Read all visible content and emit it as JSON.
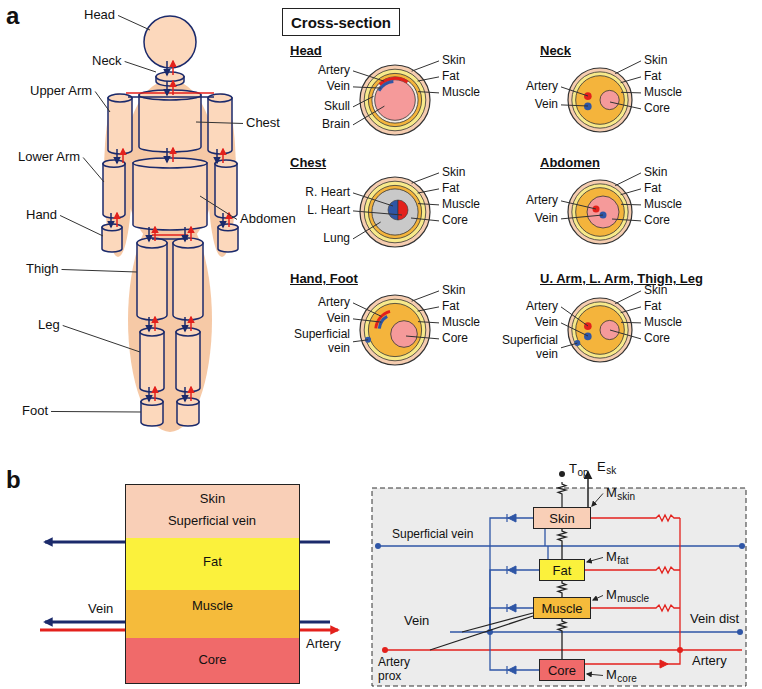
{
  "diagram": {
    "nodes": [
      {
        "text": [
          "Cross-section"
        ]
      },
      {
        "text": [
          "Skin"
        ]
      },
      {
        "text": [
          "Fat"
        ]
      },
      {
        "text": [
          "Muscle"
        ]
      },
      {
        "text": [
          "Core"
        ]
      },
      {
        "text": [
          "Skin"
        ]
      },
      {
        "text": [
          "Fat"
        ]
      },
      {
        "text": [
          "Muscle"
        ]
      },
      {
        "text": [
          "Core"
        ]
      }
    ],
    "edges": [
      {
        "from": 5,
        "to": 6,
        "arrow": "none"
      },
      {
        "from": 6,
        "to": 7,
        "arrow": "none"
      },
      {
        "from": 7,
        "to": 8,
        "arrow": "none"
      }
    ],
    "labels": [
      "a",
      "Head",
      "Neck",
      "Upper Arm",
      "Lower Arm",
      "Hand",
      "Thigh",
      "Leg",
      "Foot",
      "Chest",
      "Abdomen",
      "Head",
      "Neck",
      "Chest",
      "Abdomen",
      "Hand, Foot",
      "U. Arm, L. Arm, Thigh, Leg",
      "Skin",
      "Fat",
      "Muscle",
      "Artery",
      "Vein",
      "Skull",
      "Brain",
      "Skin",
      "Fat",
      "Muscle",
      "Core",
      "Artery",
      "Vein",
      "Skin",
      "Fat",
      "Muscle",
      "Core",
      "R. Heart",
      "L. Heart",
      "Lung",
      "Skin",
      "Fat",
      "Muscle",
      "Core",
      "Artery",
      "Vein",
      "Skin",
      "Fat",
      "Muscle",
      "Core",
      "Artery",
      "Vein",
      "Superficial vein",
      "Skin",
      "Fat",
      "Muscle",
      "Core",
      "Artery",
      "Vein",
      "Superficial vein",
      "b",
      "Superficial vein",
      "Vein",
      "Artery",
      "T",
      "op",
      "E",
      "sk",
      "Superficial vein",
      "M",
      "skin",
      "M",
      "fat",
      "M",
      "muscle",
      "Vein",
      "Vein dist",
      "Artery prox",
      "Artery",
      "M",
      "core"
    ]
  }
}
